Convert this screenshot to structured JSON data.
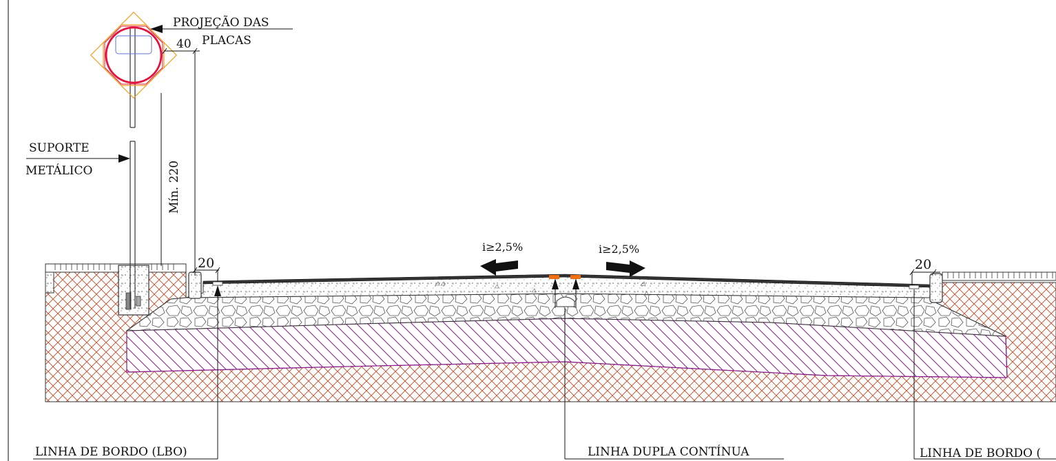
{
  "labels": {
    "plate_projection_line1": "PROJEÇÃO DAS",
    "plate_projection_line2": "PLACAS",
    "support_line1": "SUPORTE",
    "support_line2": "METÁLICO",
    "min_height": "Mín. 220",
    "dim_40": "40",
    "dim_20_left": "20",
    "dim_20_right": "20",
    "slope_left": "i≥2,5%",
    "slope_right": "i≥2,5%",
    "edge_line_left": "LINHA DE BORDO (LBO)",
    "center_line": "LINHA DUPLA CONTÍNUA",
    "edge_line_right": "LINHA DE BORDO ("
  },
  "colors": {
    "soil_hatch": "#c0502e",
    "subbase_hatch": "#8b1a8b",
    "sign_circle": "#e0143c",
    "sign_octagon": "#f0a020",
    "sign_inner": "#6070e0",
    "road_marking": "#f07010",
    "line": "#111111"
  }
}
